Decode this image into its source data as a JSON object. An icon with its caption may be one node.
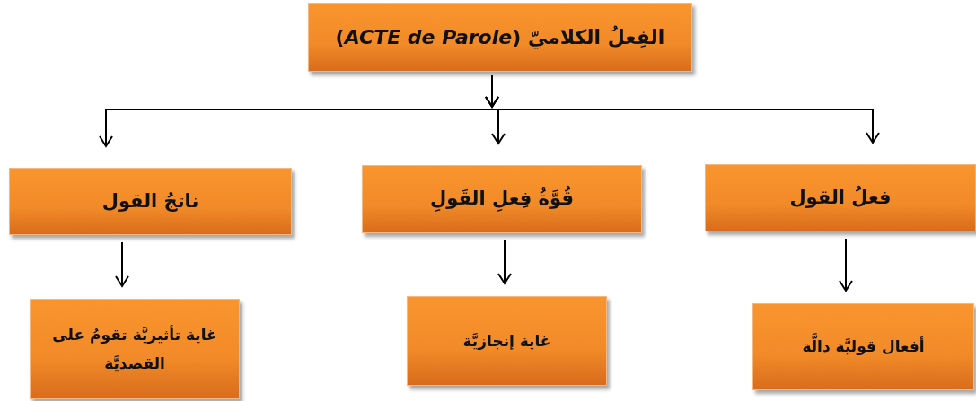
{
  "diagram": {
    "nodes": [
      {
        "text": [
          "الفِعلُ الكلاميّ (*ACTE de Parole*)"
        ]
      },
      {
        "text": [
          "فعلُ القول"
        ]
      },
      {
        "text": [
          "قُوَّةُ فِعلِ القَولِ"
        ]
      },
      {
        "text": [
          "ناتجُ القول"
        ]
      },
      {
        "text": [
          "أفعال قوليَّة دالَّة"
        ]
      },
      {
        "text": [
          "غاية إنجازيَّة"
        ]
      },
      {
        "text": [
          "غاية تأثيريَّة تقومُ على القصديَّة"
        ]
      }
    ],
    "edges": [
      {
        "from": 0,
        "to": 1,
        "arrow": "to"
      },
      {
        "from": 0,
        "to": 2,
        "arrow": "to"
      },
      {
        "from": 0,
        "to": 3,
        "arrow": "to"
      },
      {
        "from": 1,
        "to": 4,
        "arrow": "to"
      },
      {
        "from": 2,
        "to": 5,
        "arrow": "to"
      },
      {
        "from": 3,
        "to": 6,
        "arrow": "to"
      }
    ]
  }
}
